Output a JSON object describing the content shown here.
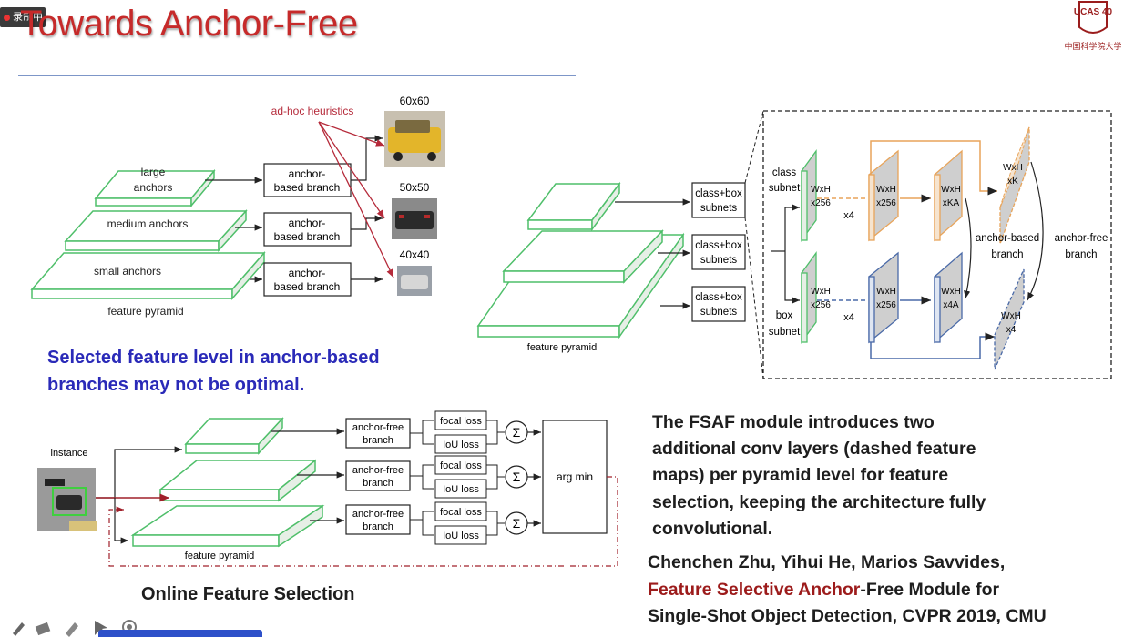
{
  "recording": {
    "label": "录制中"
  },
  "slide": {
    "title": "Towards Anchor-Free",
    "note": [
      "Selected feature level in anchor-based",
      "branches may not be optimal."
    ],
    "fsaf_description": [
      "The FSAF module introduces two",
      "additional conv layers (dashed feature",
      "maps) per pyramid level for feature",
      "selection, keeping the architecture fully",
      "convolutional."
    ],
    "citation": {
      "line1": "Chenchen Zhu, Yihui He, Marios Savvides,",
      "line2_red": "Feature Selective Anchor",
      "line2_rest": "-Free Module for",
      "line3": "Single-Shot Object Detection, CVPR 2019, CMU"
    },
    "online_caption": "Online Feature Selection"
  },
  "logo": {
    "text": "UCAS 40",
    "small_text": "中国科学院大学"
  },
  "diagram1": {
    "heuristics": "ad-hoc heuristics",
    "level_large": [
      "large",
      "anchors"
    ],
    "level_medium": "medium anchors",
    "level_small": "small anchors",
    "pyramid_label": "feature pyramid",
    "branch": [
      "anchor-",
      "based branch"
    ],
    "sizes": [
      "60x60",
      "50x50",
      "40x40"
    ]
  },
  "diagram2": {
    "subnet": [
      "class+box",
      "subnets"
    ],
    "pyramid_label": "feature pyramid",
    "class_subnet": [
      "class",
      "subnet"
    ],
    "box_subnet": [
      "box",
      "subnet"
    ],
    "map_wh256": [
      "WxH",
      "x256"
    ],
    "map_wh_ka": [
      "WxH",
      "xKA"
    ],
    "map_wh_4a": [
      "WxH",
      "x4A"
    ],
    "map_wh_k": [
      "WxH",
      "xK"
    ],
    "map_wh_4": [
      "WxH",
      "x4"
    ],
    "x4": "x4",
    "anchor_based": [
      "anchor-based",
      "branch"
    ],
    "anchor_free": [
      "anchor-free",
      "branch"
    ]
  },
  "diagram3": {
    "instance": "instance",
    "branch": [
      "anchor-free",
      "branch"
    ],
    "focal_loss": "focal loss",
    "iou_loss": "IoU loss",
    "sum": "Σ",
    "argmin": "arg min",
    "pyramid_label": "feature pyramid"
  }
}
